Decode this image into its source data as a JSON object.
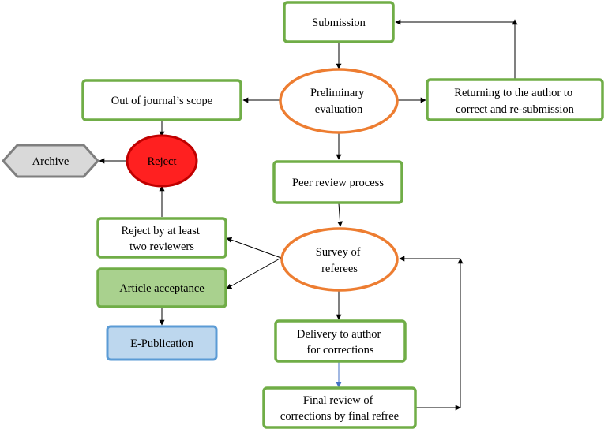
{
  "nodes": {
    "submission": {
      "lines": [
        "Submission"
      ]
    },
    "preliminary": {
      "lines": [
        "Preliminary",
        "evaluation"
      ]
    },
    "returning": {
      "lines": [
        "Returning  to  the author  to",
        "correct  and re-submission"
      ]
    },
    "out_of_scope": {
      "lines": [
        "Out of journal’s  scope"
      ]
    },
    "reject": {
      "lines": [
        "Reject"
      ]
    },
    "archive": {
      "lines": [
        "Archive"
      ]
    },
    "peer_review": {
      "lines": [
        "Peer review  process"
      ]
    },
    "survey": {
      "lines": [
        "Survey  of",
        "referees"
      ]
    },
    "reject_two": {
      "lines": [
        "Reject  by  at least",
        "two reviewers"
      ]
    },
    "acceptance": {
      "lines": [
        "Article  acceptance"
      ]
    },
    "epublication": {
      "lines": [
        "E-Publication"
      ]
    },
    "delivery": {
      "lines": [
        "Delivery  to author",
        "for corrections"
      ]
    },
    "final_review": {
      "lines": [
        "Final  review  of",
        "corrections  by final  refree"
      ]
    }
  },
  "colors": {
    "green_border": "#70AD47",
    "orange_border": "#ED7D31",
    "reject_fill": "#FF2020",
    "reject_border": "#C00000",
    "archive_fill": "#D9D9D9",
    "archive_border": "#7F7F7F",
    "acceptance_fill": "#A9D18E",
    "epub_fill": "#BDD7EE",
    "epub_border": "#5B9BD5",
    "arrow": "#000000",
    "arrow_blue": "#4472C4"
  }
}
